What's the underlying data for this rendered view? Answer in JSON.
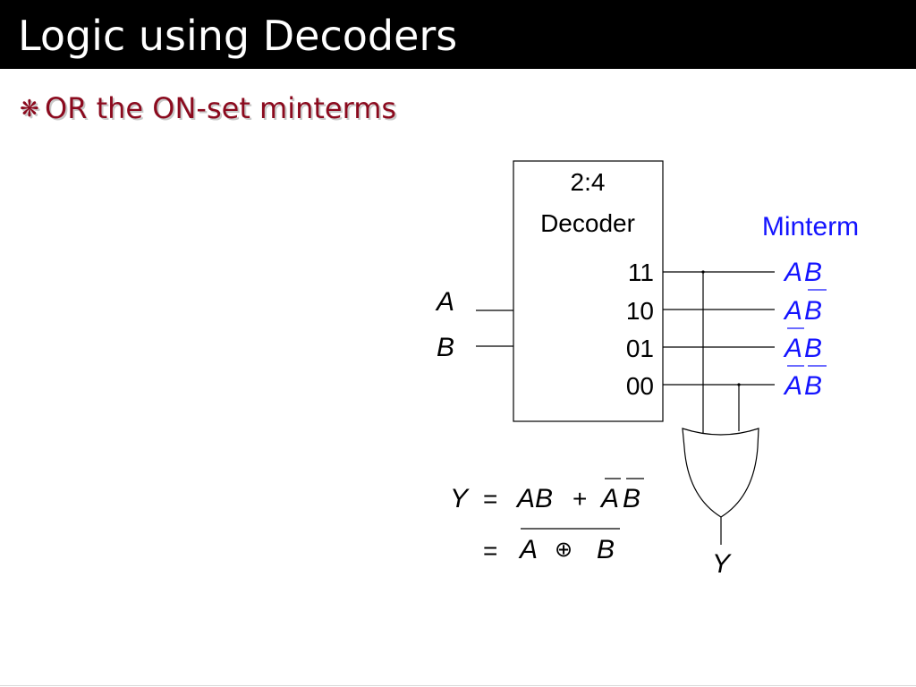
{
  "title": "Logic using Decoders",
  "bullet": {
    "glyph": "❋",
    "text": "OR the ON-set minterms"
  },
  "decoder": {
    "label_line1": "2:4",
    "label_line2": "Decoder",
    "outputs": [
      "11",
      "10",
      "01",
      "00"
    ],
    "inputs": [
      "A",
      "B"
    ]
  },
  "minterm_header": "Minterm",
  "minterms": [
    {
      "a": "A",
      "b": "B",
      "a_bar": false,
      "b_bar": false
    },
    {
      "a": "A",
      "b": "B",
      "a_bar": false,
      "b_bar": true
    },
    {
      "a": "A",
      "b": "B",
      "a_bar": true,
      "b_bar": false
    },
    {
      "a": "A",
      "b": "B",
      "a_bar": true,
      "b_bar": true
    }
  ],
  "or_output_label": "Y",
  "equation": {
    "line1": {
      "lhs": "Y",
      "eq": "=",
      "term1": "AB",
      "plus": "+",
      "term2_a": "A",
      "term2_b": "B"
    },
    "line2": {
      "eq": "=",
      "a": "A",
      "op": "⊕",
      "b": "B"
    }
  },
  "colors": {
    "title_bg": "#000000",
    "title_fg": "#ffffff",
    "bullet": "#8b0a1e",
    "minterm": "#1414ff"
  }
}
